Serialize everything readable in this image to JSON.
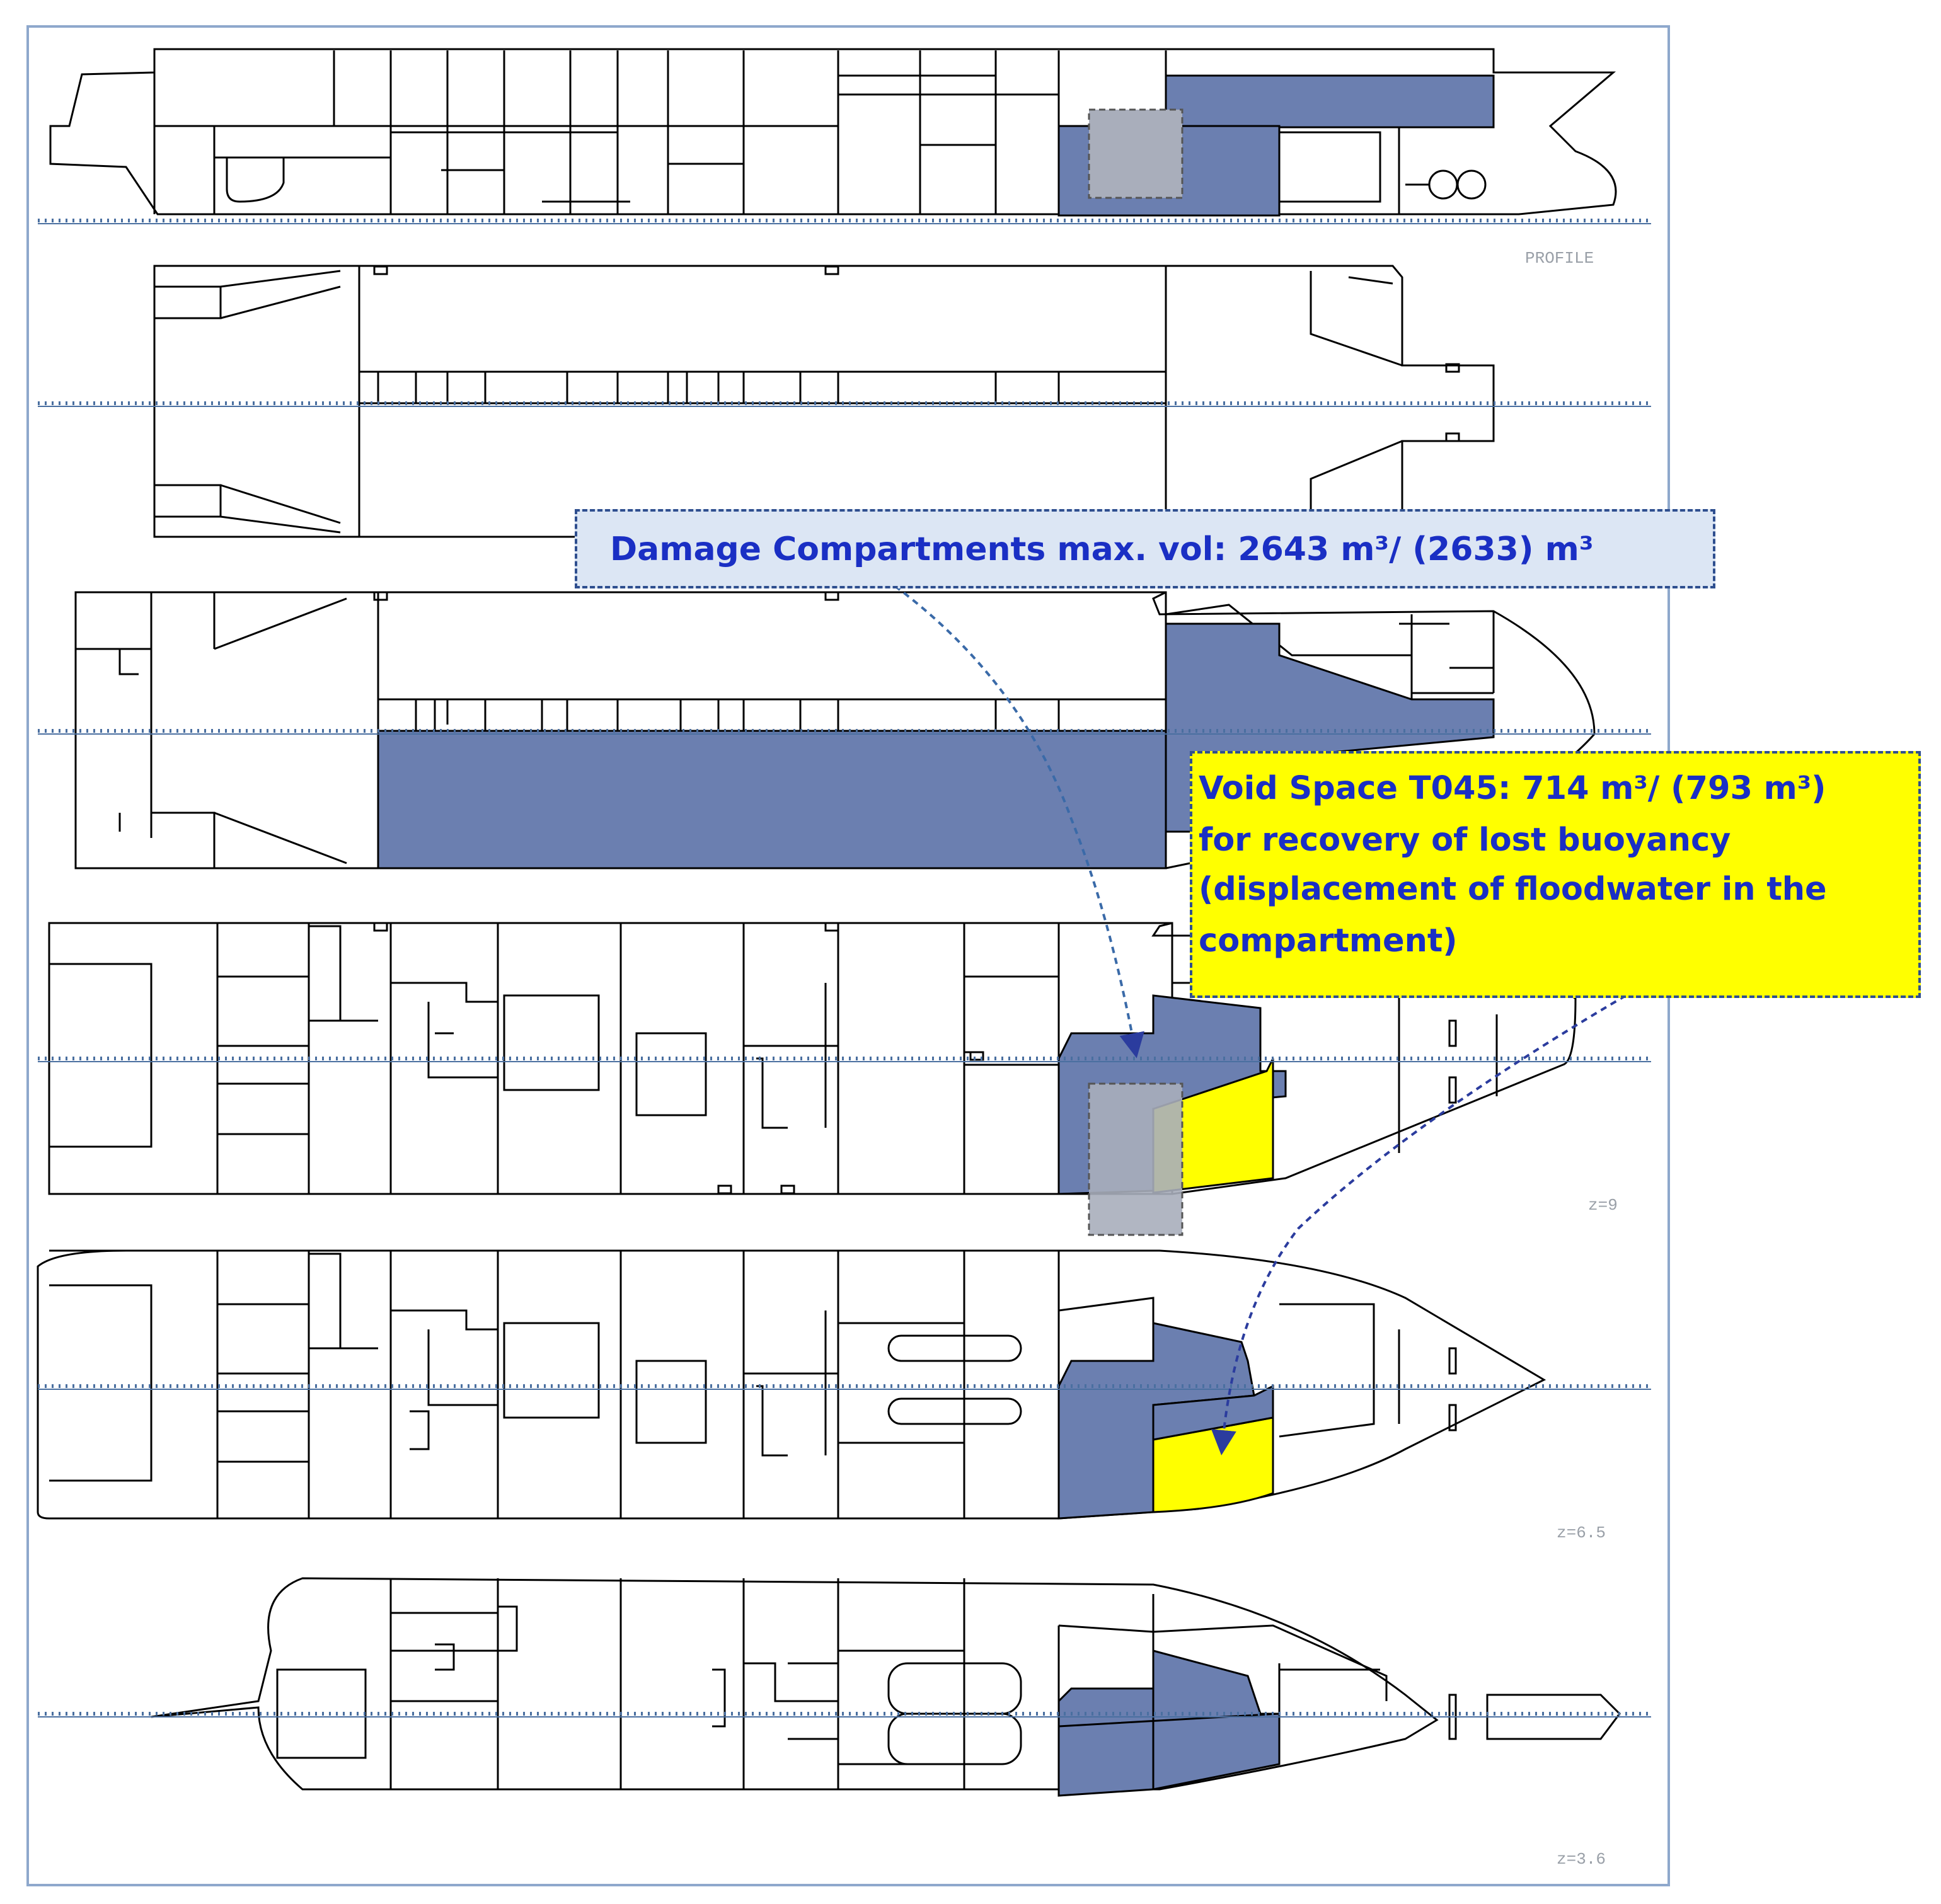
{
  "labels": {
    "damage_callout": "Damage Compartments max. vol: 2643 m³/ (2633) m³",
    "void_callout": [
      "Void Space T045: 714 m³/ (793 m³)",
      "for recovery of lost buoyancy",
      "(displacement of floodwater in the",
      "compartment)"
    ]
  },
  "views": [
    {
      "id": "profile",
      "caption": "PROFILE"
    },
    {
      "id": "deck-1",
      "caption": ""
    },
    {
      "id": "deck-2",
      "caption": ""
    },
    {
      "id": "deck-3",
      "caption": "z=9"
    },
    {
      "id": "deck-4",
      "caption": "z=6.5"
    },
    {
      "id": "deck-5",
      "caption": "z=3.6"
    }
  ],
  "colors": {
    "damaged_compartment": "#6b7fb0",
    "void_space": "#ffff00",
    "void_space_overlay": "#a9aebb",
    "ruler": "#4a6fa0",
    "callout_text": "#1a2fc4",
    "damage_callout_bg": "#dce6f4",
    "frame_border": "#8ea8cc"
  }
}
